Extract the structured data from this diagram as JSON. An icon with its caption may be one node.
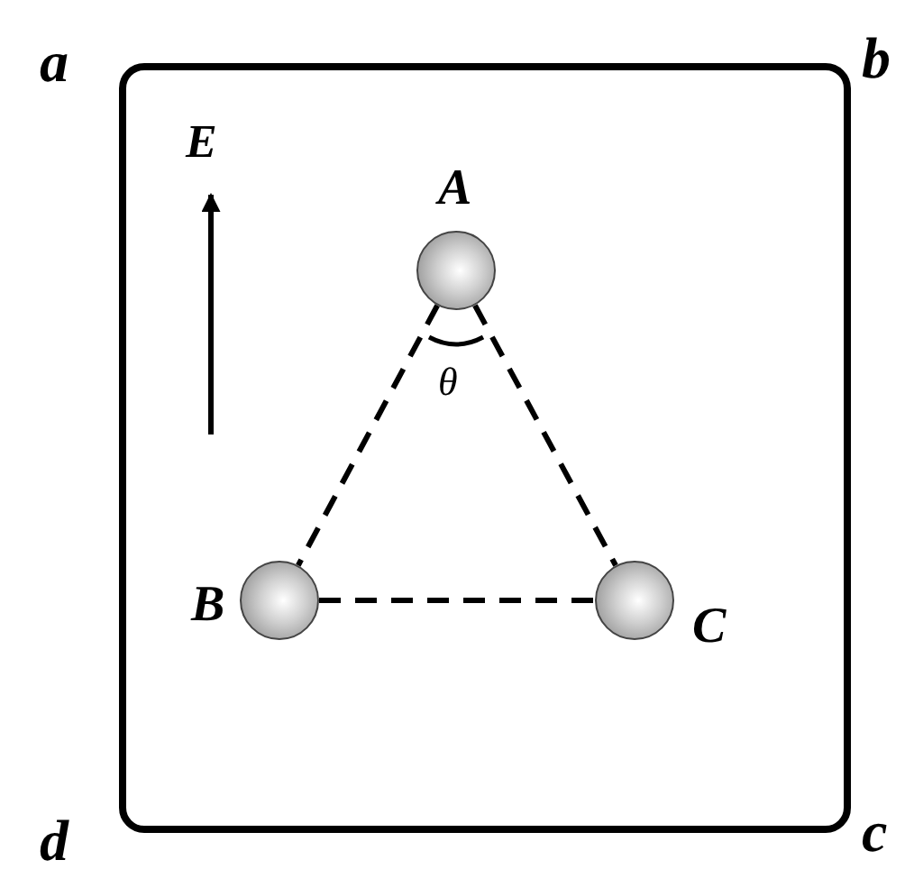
{
  "diagram": {
    "nodes": [
      {
        "text": [],
        "shape": "box"
      },
      {
        "text": [
          "A"
        ],
        "in": 0
      },
      {
        "text": [
          "B"
        ],
        "in": 0
      },
      {
        "text": [
          "C"
        ],
        "in": 0
      }
    ],
    "edges": [
      {
        "from": 1,
        "to": 2,
        "arrow": "none",
        "style": "dashed"
      },
      {
        "from": 1,
        "to": 3,
        "arrow": "none",
        "style": "dashed"
      },
      {
        "from": 2,
        "to": 3,
        "arrow": "none",
        "style": "dashed"
      }
    ],
    "labels": [
      "a",
      "b",
      "E",
      "θ",
      "d",
      "c"
    ]
  }
}
